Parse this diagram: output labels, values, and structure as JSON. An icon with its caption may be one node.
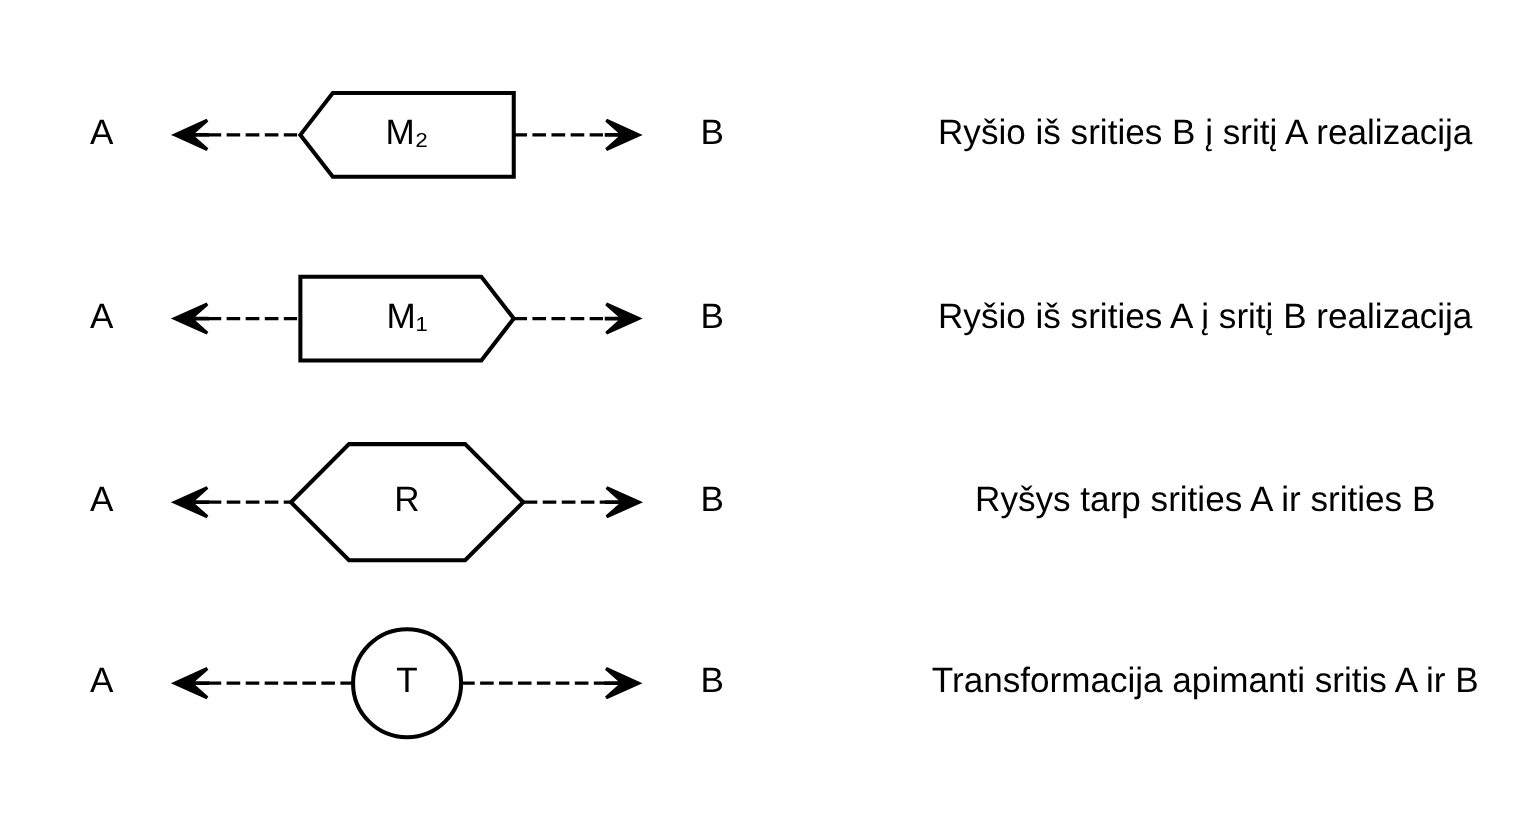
{
  "diagram": {
    "nodes": [
      {
        "text": [
          "A"
        ]
      },
      {
        "text": [
          "T"
        ]
      },
      {
        "text": [
          "B"
        ]
      },
      {
        "text": [
          "A"
        ]
      },
      {
        "text": [
          "R"
        ]
      },
      {
        "text": [
          "B"
        ]
      },
      {
        "text": [
          "A"
        ]
      },
      {
        "text": [
          "M₁"
        ]
      },
      {
        "text": [
          "B"
        ]
      },
      {
        "text": [
          "A"
        ]
      },
      {
        "text": [
          "M₂"
        ]
      },
      {
        "text": [
          "B"
        ]
      }
    ],
    "edges": [
      {
        "from": 1,
        "to": 0,
        "arrow": "to",
        "style": "dashed"
      },
      {
        "from": 1,
        "to": 2,
        "arrow": "to",
        "style": "dashed"
      },
      {
        "from": 4,
        "to": 3,
        "arrow": "to",
        "style": "dashed"
      },
      {
        "from": 4,
        "to": 5,
        "arrow": "to",
        "style": "dashed"
      },
      {
        "from": 7,
        "to": 6,
        "arrow": "to",
        "style": "dashed"
      },
      {
        "from": 7,
        "to": 8,
        "arrow": "to",
        "style": "dashed"
      },
      {
        "from": 10,
        "to": 9,
        "arrow": "to",
        "style": "dashed"
      },
      {
        "from": 10,
        "to": 11,
        "arrow": "to",
        "style": "dashed"
      }
    ],
    "labels": [
      "Transformacija apimanti sritis A ir B",
      "Ryšys tarp srities A ir srities B",
      "Ryšio iš srities A į sritį B realizacija",
      "Ryšio iš srities B į sritį A realizacija"
    ]
  }
}
